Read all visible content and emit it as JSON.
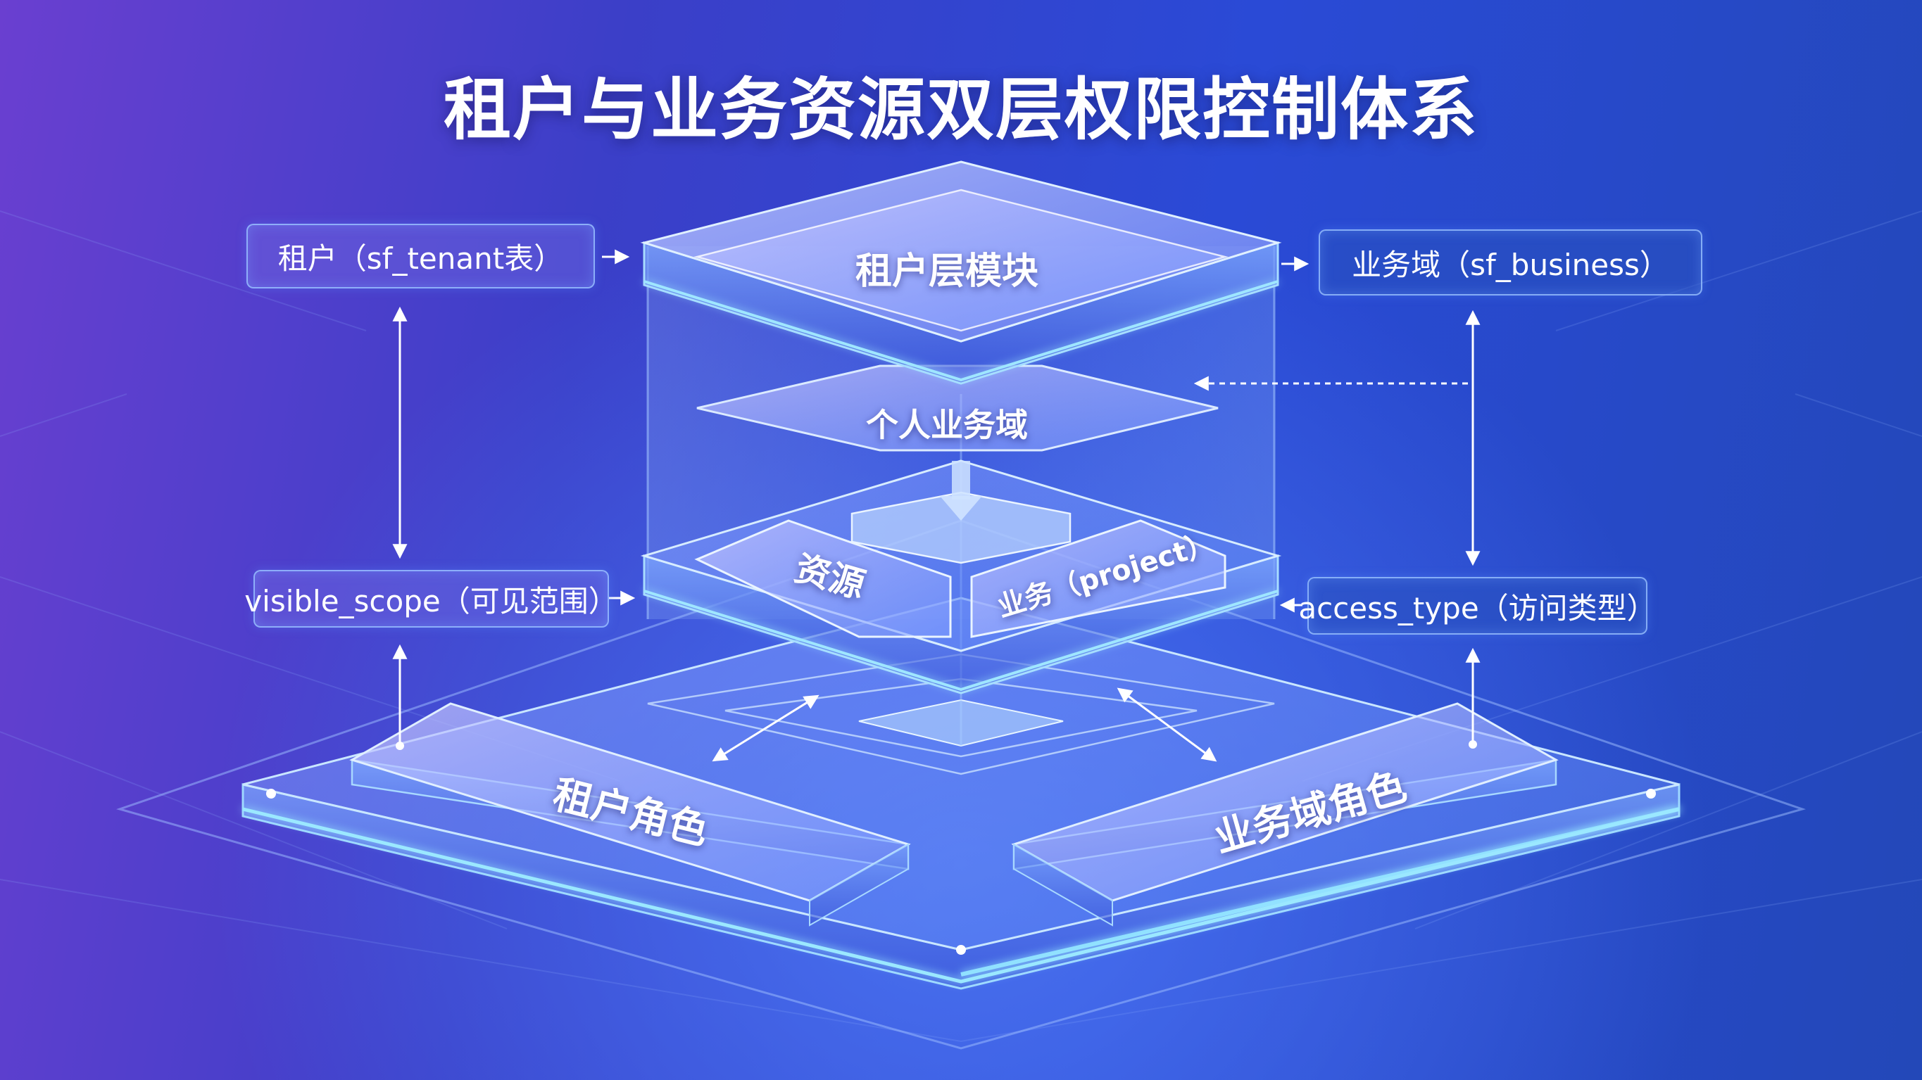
{
  "title": "租户与业务资源双层权限控制体系",
  "layers": {
    "top_module": "租户层模块",
    "personal_domain": "个人业务域",
    "resource": "资源",
    "project": "业务（project）",
    "tenant_role": "租户角色",
    "domain_role": "业务域角色"
  },
  "labels": {
    "tenant_table": "租户（sf_tenant表）",
    "visible_scope": "visible_scope（可见范围）",
    "business_domain": "业务域（sf_business）",
    "access_type": "access_type（访问类型）"
  },
  "colors": {
    "glow": "#8fd4ff",
    "line": "#bfe0ff",
    "slab_light": "#a9c6ff",
    "slab_dark": "#5a6ee8"
  }
}
